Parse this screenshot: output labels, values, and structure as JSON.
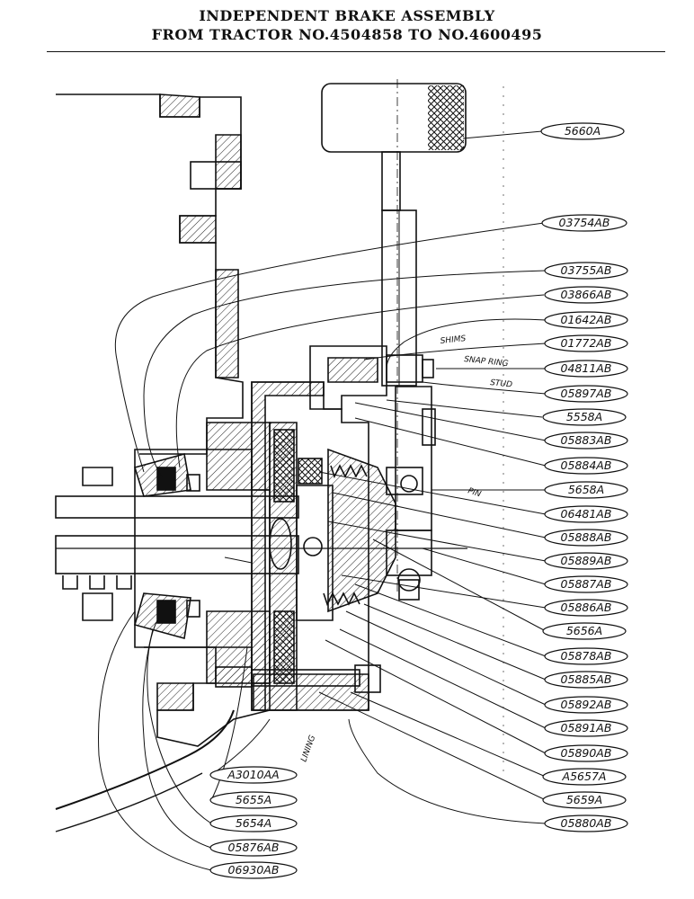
{
  "title": {
    "line1": "INDEPENDENT BRAKE ASSEMBLY",
    "line2": "FROM TRACTOR NO.4504858 TO NO.4600495"
  },
  "right_labels": [
    "5660A",
    "03754AB",
    "03755AB",
    "03866AB",
    "01642AB",
    "01772AB",
    "04811AB",
    "05897AB",
    "5558A",
    "05883AB",
    "05884AB",
    "5658A",
    "06481AB",
    "05888AB",
    "05889AB",
    "05887AB",
    "05886AB",
    "5656A",
    "05878AB",
    "05885AB",
    "05892AB",
    "05891AB",
    "05890AB",
    "A5657A",
    "5659A",
    "05880AB"
  ],
  "left_labels": [
    "A3010AA",
    "5655A",
    "5654A",
    "05876AB",
    "06930AB"
  ],
  "notes": {
    "shims": "SHIMS",
    "snap_ring": "SNAP RING",
    "stud": "STUD",
    "pin": "PIN",
    "lining": "LINING"
  }
}
